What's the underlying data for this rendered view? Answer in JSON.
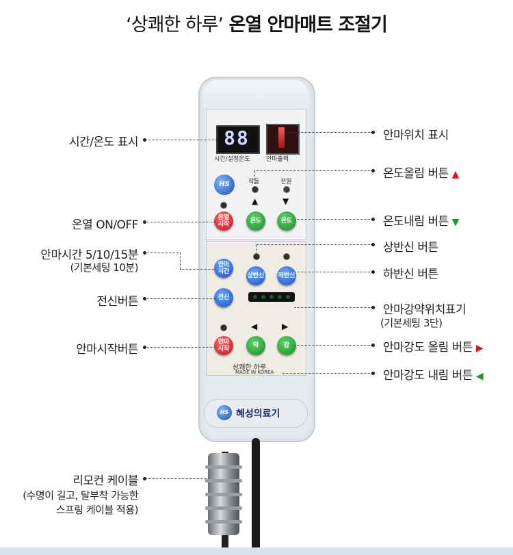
{
  "title": {
    "quoted": "‘상쾌한 하루’",
    "main": "온열 안마매트 조절기"
  },
  "remote": {
    "display_value": "88",
    "display_caption": "시간/설정온도",
    "position_caption": "안마출력",
    "led_labels": [
      "작동",
      "전원"
    ],
    "buttons": {
      "heat_onoff": "온열\n시작",
      "temp_up": "온도",
      "temp_down": "온도",
      "time": "안마\n시간",
      "upper": "상반신",
      "lower": "하반신",
      "whole": "전신",
      "massage_start": "안마\n시작",
      "weak": "약",
      "strong": "강"
    },
    "model_name": "상쾌한 하루",
    "made_in": "MADE IN KOREA",
    "brand": "혜성의료기",
    "logo_text": "HS"
  },
  "labels_left": {
    "time_temp_display": "시간/온도 표시",
    "heat_onoff": "온열 ON/OFF",
    "massage_time": "안마시간 5/10/15분",
    "massage_time_note": "(기본세팅 10분)",
    "whole_body": "전신버튼",
    "massage_start": "안마시작버튼",
    "cable": "리모컨 케이블",
    "cable_note1": "(수명이 길고, 탈부착 가능한",
    "cable_note2": "스프링 케이블 적용)"
  },
  "labels_right": {
    "position_display": "안마위치 표시",
    "temp_up": "온도올림 버튼",
    "temp_down": "온도내림 버튼",
    "upper_body": "상반신 버튼",
    "lower_body": "하반신 버튼",
    "strength_indicator": "안마강약위치표기",
    "strength_note": "(기본세팅 3단)",
    "strength_up": "안마강도 올림 버튼",
    "strength_down": "안마강도 내림 버튼"
  },
  "symbols": {
    "up_triangle": "▲",
    "down_triangle": "▼",
    "right_triangle": "▶",
    "left_triangle": "◀"
  },
  "colors": {
    "red_button": "#c0101a",
    "green_button": "#178a22",
    "blue_button": "#1a4fc0"
  }
}
